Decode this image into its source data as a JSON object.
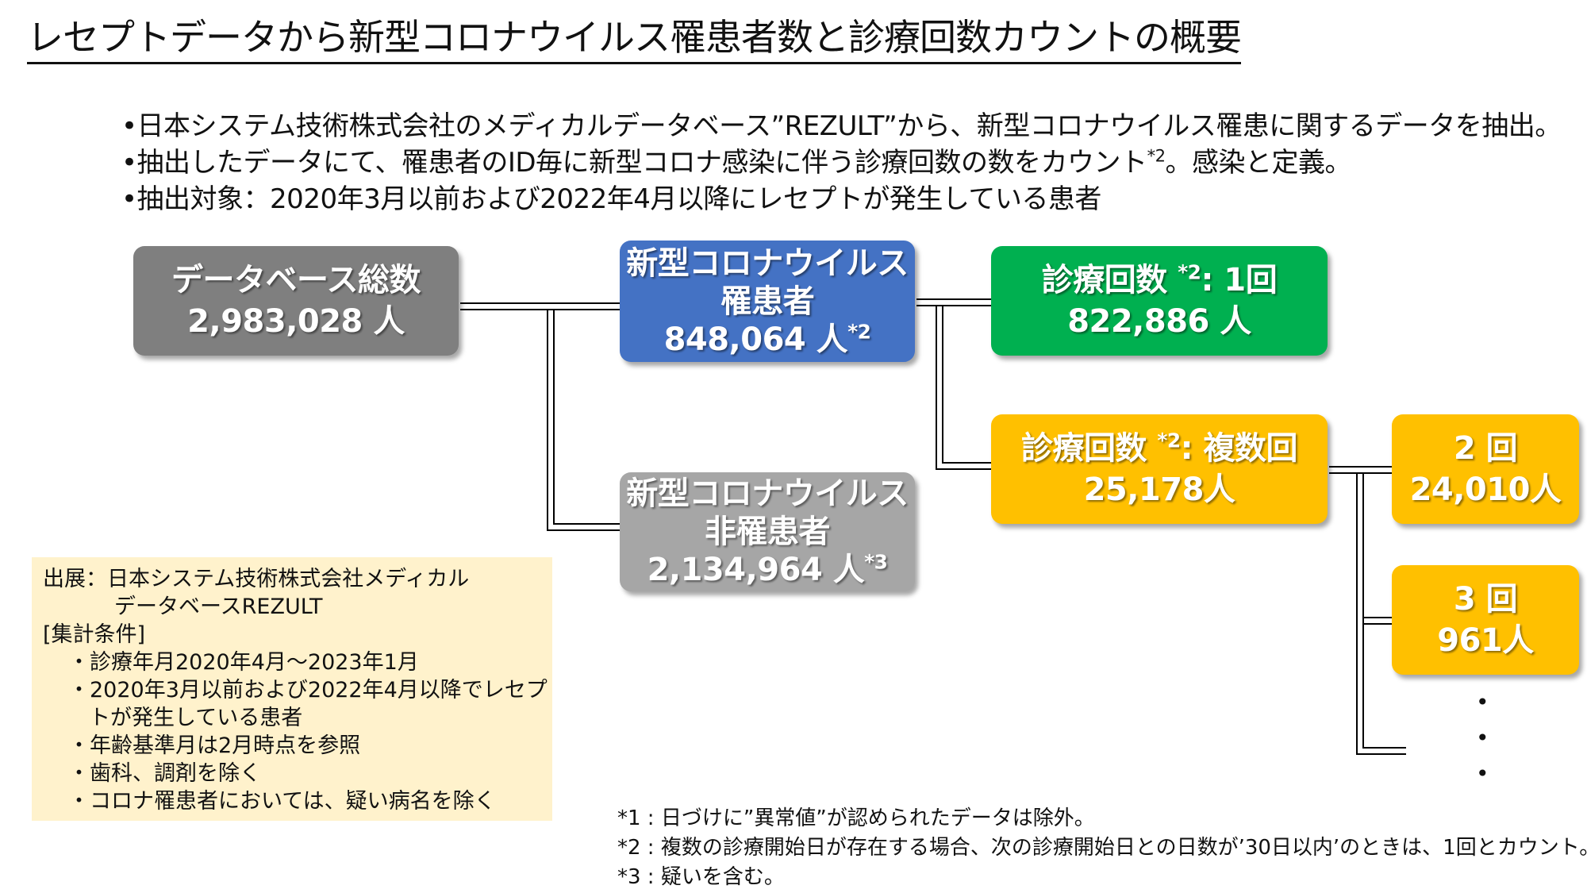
{
  "title": "レセプトデータから新型コロナウイルス罹患者数と診療回数カウントの概要",
  "bullets": {
    "b1": "•日本システム技術株式会社のメディカルデータベース”REZULT”から、新型コロナウイルス罹患に関するデータを抽出。",
    "b2_pre": "•抽出したデータにて、罹患者のID毎に新型コロナ感染に伴う診療回数の数をカウント",
    "b2_sup": "*2",
    "b2_post": "。感染と定義。",
    "b3": "•抽出対象：2020年3月以前および2022年4月以降にレセプトが発生している患者"
  },
  "nodes": {
    "database": {
      "label": "データベース総数",
      "count": "2,983,028 人"
    },
    "infected": {
      "line1": "新型コロナウイルス",
      "line2": "罹患者",
      "count": "848,064 人",
      "sup": "*2"
    },
    "noninfected": {
      "line1": "新型コロナウイルス",
      "line2": "非罹患者",
      "count": "2,134,964 人",
      "sup": "*3"
    },
    "visits_once": {
      "label_pre": "診療回数 ",
      "sup": "*2",
      "label_post": ": 1回",
      "count": "822,886 人"
    },
    "visits_multi": {
      "label_pre": "診療回数 ",
      "sup": "*2",
      "label_post": ": 複数回",
      "count": "25,178人"
    },
    "visits_2": {
      "label": "2 回",
      "count": "24,010人"
    },
    "visits_3": {
      "label": "3 回",
      "count": "961人"
    }
  },
  "ellipsis": [
    "•",
    "•",
    "•"
  ],
  "colors": {
    "database": "#7f7f7f",
    "infected": "#4472c4",
    "noninfected": "#a6a6a6",
    "visits_once": "#00b050",
    "visits_multi": "#ffc000",
    "source_bg": "#fff2cc"
  },
  "source": {
    "line1": "出展：日本システム技術株式会社メディカル",
    "line2": "データベースREZULT",
    "conditions_header": "[集計条件]",
    "items": [
      "・診療年月2020年4月～2023年1月",
      "・2020年3月以前および2022年4月以降でレセプ",
      "トが発生している患者",
      "・年齢基準月は2月時点を参照",
      "・歯科、調剤を除く",
      "・コロナ罹患者においては、疑い病名を除く"
    ]
  },
  "notes": [
    "*1 : 日づけに”異常値”が認められたデータは除外。",
    "*2 : 複数の診療開始日が存在する場合、次の診療開始日との日数が’30日以内’のときは、1回とカウント。",
    "*3 : 疑いを含む。"
  ]
}
